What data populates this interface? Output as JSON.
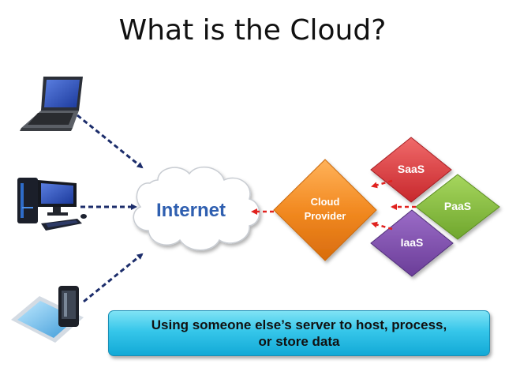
{
  "title": "What is the Cloud?",
  "internet_label": "Internet",
  "provider_label_line1": "Cloud",
  "provider_label_line2": "Provider",
  "services": [
    "SaaS",
    "PaaS",
    "IaaS"
  ],
  "banner_line1": "Using someone else’s server to host, process,",
  "banner_line2": "or store data",
  "devices": [
    "laptop-icon",
    "desktop-computer-icon",
    "tablet-and-phone-icon"
  ],
  "colors": {
    "saas": "#d9353a",
    "paas": "#84bb3c",
    "iaas": "#7a4aa7",
    "provider": "#f28a21",
    "client_arrows": "#1c2d6b",
    "provider_arrows": "#e0221f",
    "internet_text": "#2f5fb0",
    "banner": "#2dc0e8"
  }
}
